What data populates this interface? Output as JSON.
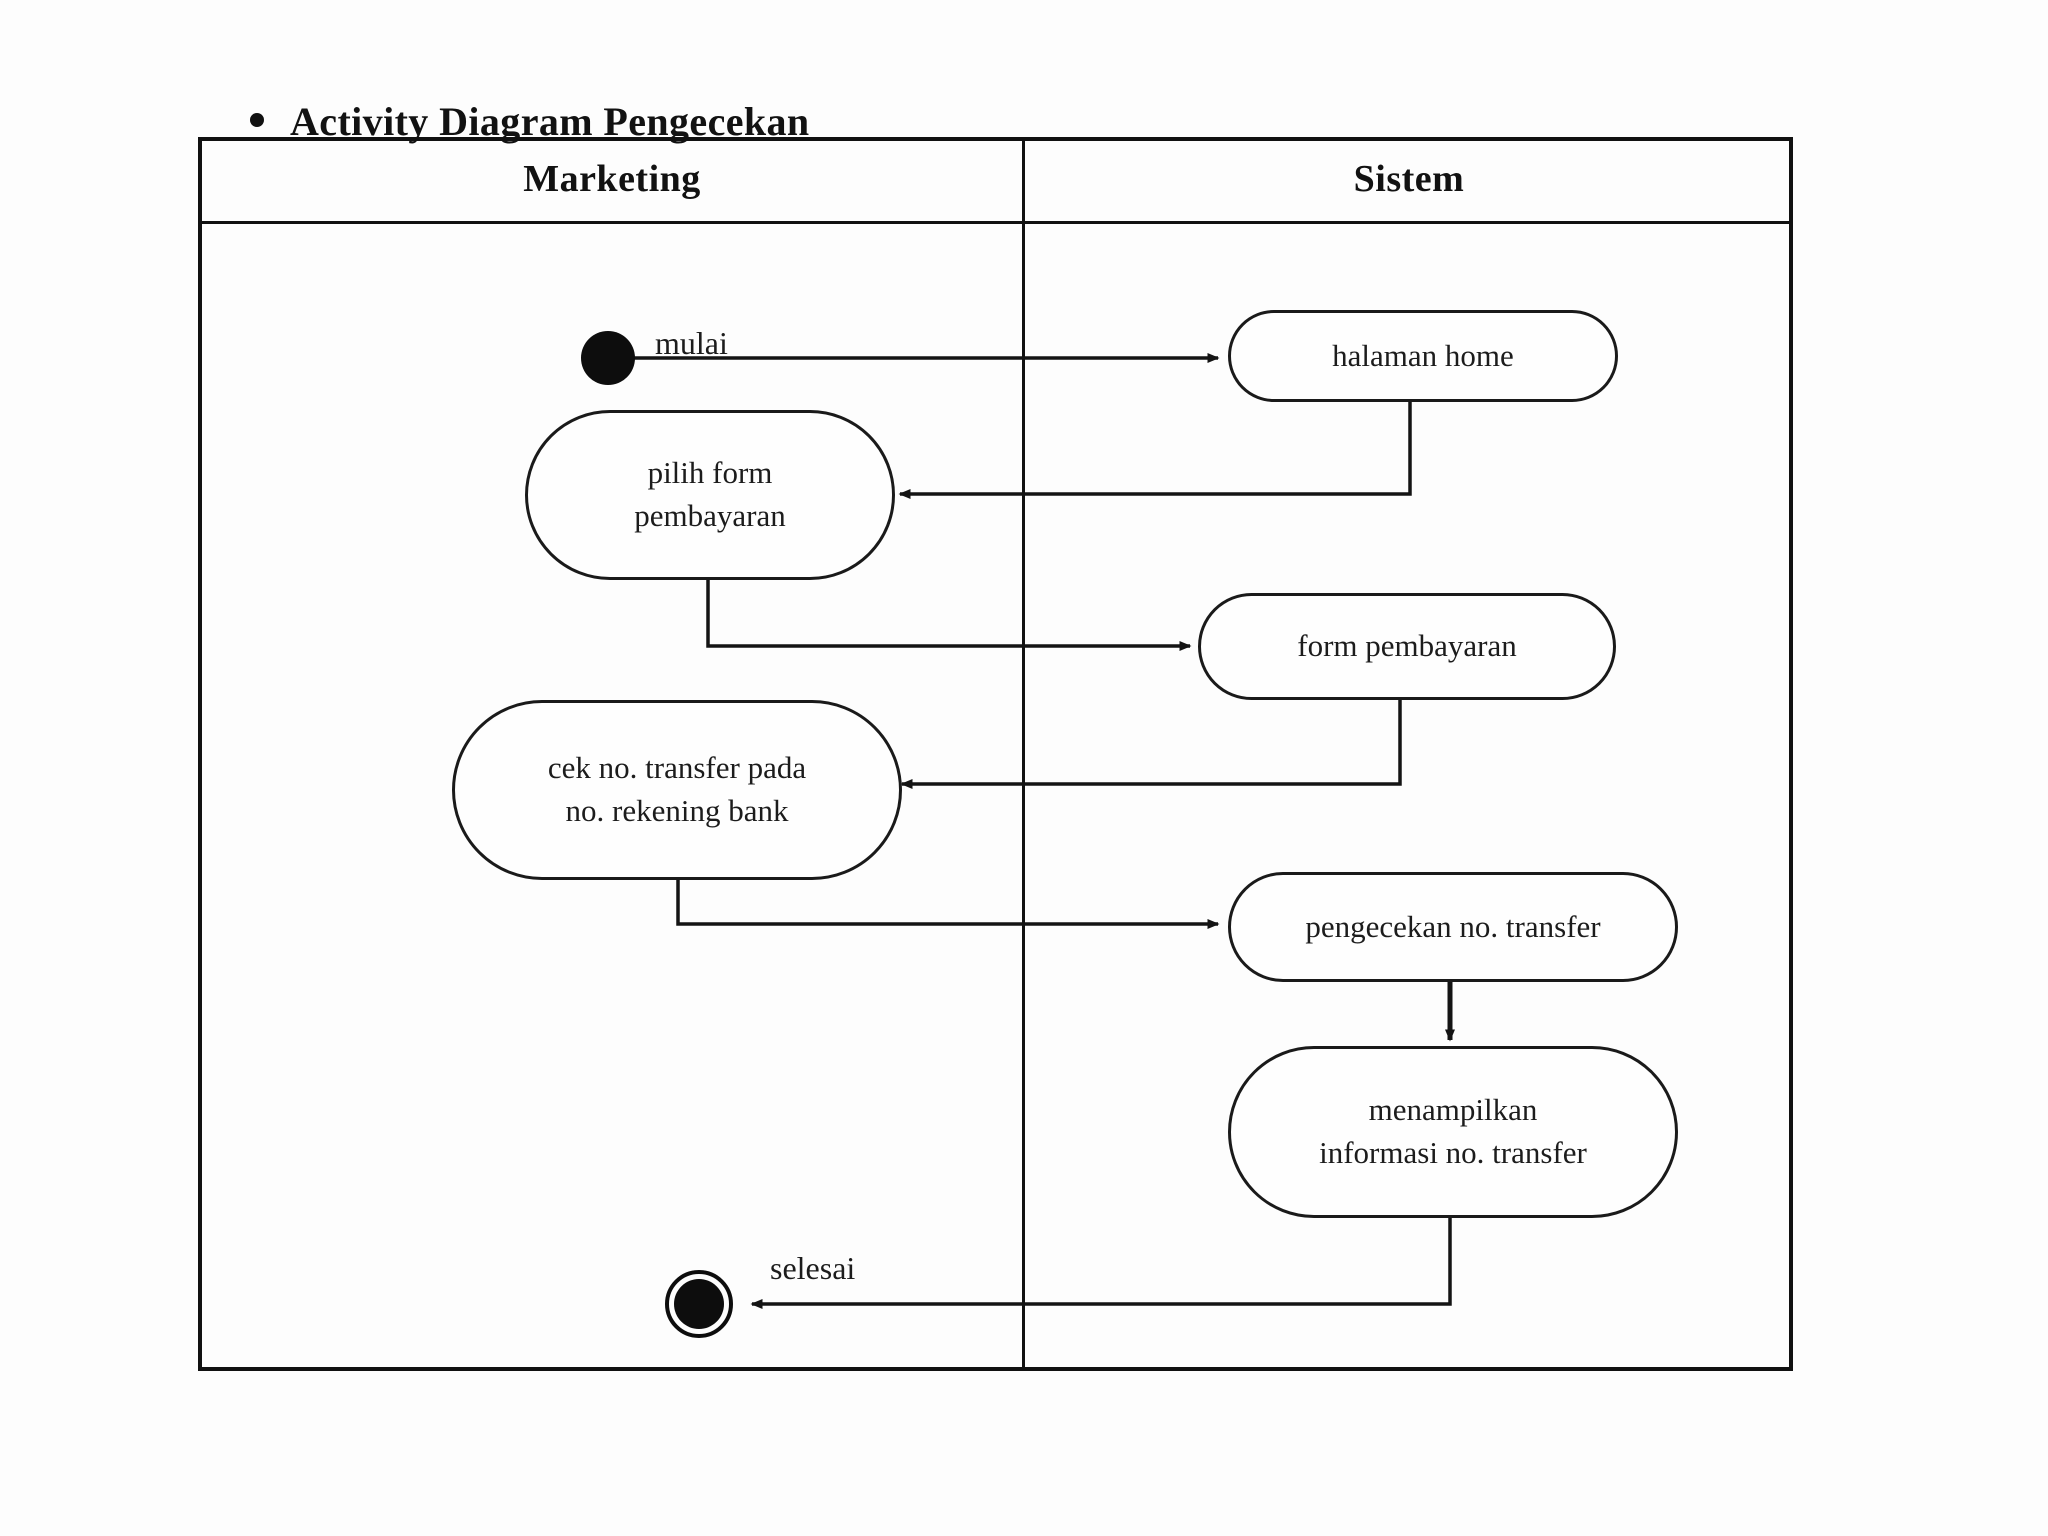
{
  "heading": {
    "bullet": "bullet-dot",
    "title": "Activity Diagram Pengecekan"
  },
  "diagram": {
    "type": "uml-activity-diagram",
    "lanes": [
      {
        "id": "marketing",
        "label": "Marketing"
      },
      {
        "id": "sistem",
        "label": "Sistem"
      }
    ],
    "nodes": {
      "start": {
        "kind": "initial-node",
        "label": "mulai",
        "lane": "marketing"
      },
      "end": {
        "kind": "final-node",
        "label": "selesai",
        "lane": "marketing"
      },
      "halaman_home": {
        "kind": "action",
        "lane": "sistem",
        "line1": "halaman home"
      },
      "pilih_form": {
        "kind": "action",
        "lane": "marketing",
        "line1": "pilih form",
        "line2": "pembayaran"
      },
      "form_pembayaran": {
        "kind": "action",
        "lane": "sistem",
        "line1": "form pembayaran"
      },
      "cek_no_transfer": {
        "kind": "action",
        "lane": "marketing",
        "line1": "cek no. transfer pada",
        "line2": "no. rekening bank"
      },
      "pengecekan_no_transfer": {
        "kind": "action",
        "lane": "sistem",
        "line1": "pengecekan no. transfer"
      },
      "menampilkan_info": {
        "kind": "action",
        "lane": "sistem",
        "line1": "menampilkan",
        "line2": "informasi no. transfer"
      }
    },
    "edges": [
      {
        "from": "start",
        "to": "halaman_home",
        "label": "mulai"
      },
      {
        "from": "halaman_home",
        "to": "pilih_form",
        "label": ""
      },
      {
        "from": "pilih_form",
        "to": "form_pembayaran",
        "label": ""
      },
      {
        "from": "form_pembayaran",
        "to": "cek_no_transfer",
        "label": ""
      },
      {
        "from": "cek_no_transfer",
        "to": "pengecekan_no_transfer",
        "label": ""
      },
      {
        "from": "pengecekan_no_transfer",
        "to": "menampilkan_info",
        "label": ""
      },
      {
        "from": "menampilkan_info",
        "to": "end",
        "label": "selesai"
      }
    ],
    "colors": {
      "stroke": "#111111",
      "node_fill": "#fefefe",
      "text": "#1c1c1c",
      "background": "#fdfdfd"
    }
  }
}
